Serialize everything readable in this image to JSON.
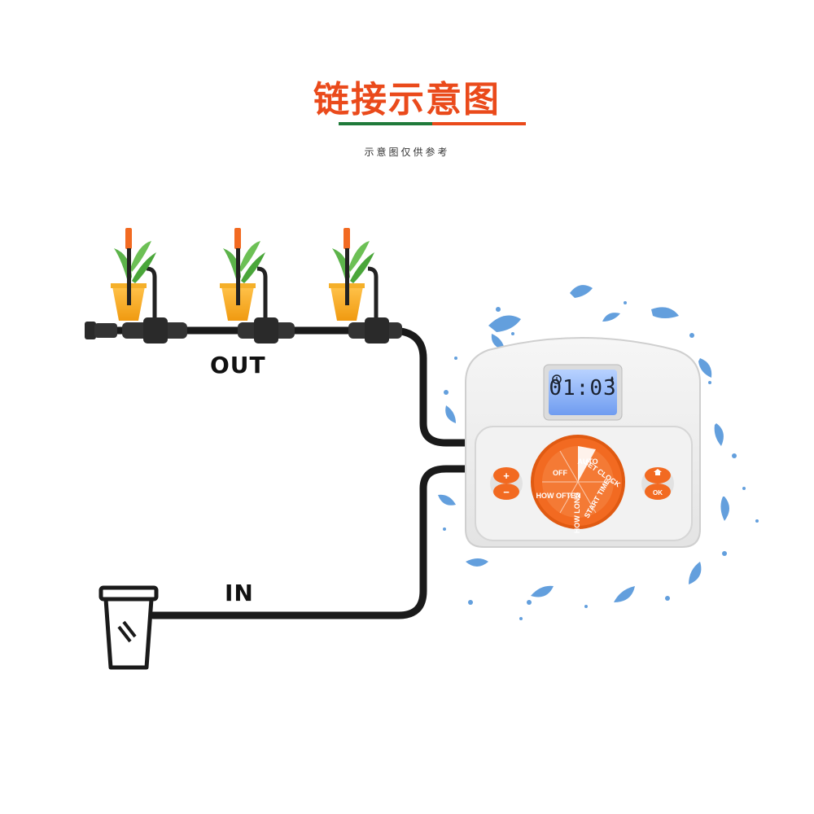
{
  "header": {
    "title": "链接示意图",
    "subtitle": "示意图仅供参考"
  },
  "labels": {
    "out": "OUT",
    "in": "IN"
  },
  "device": {
    "display_time": "01:03",
    "dial_segments": [
      "AUTO",
      "SET CLOCK",
      "START TIME",
      "HOW LONG",
      "HOW OFTEN",
      "OFF"
    ],
    "left_button_top": "+",
    "left_button_bottom": "−",
    "right_button_bottom": "OK"
  },
  "colors": {
    "title": "#ea4a1b",
    "accent_orange": "#f26a21",
    "green": "#1f7a3a",
    "lcd_blue": "#8fb8ff",
    "pipe": "#1a1a1a"
  }
}
